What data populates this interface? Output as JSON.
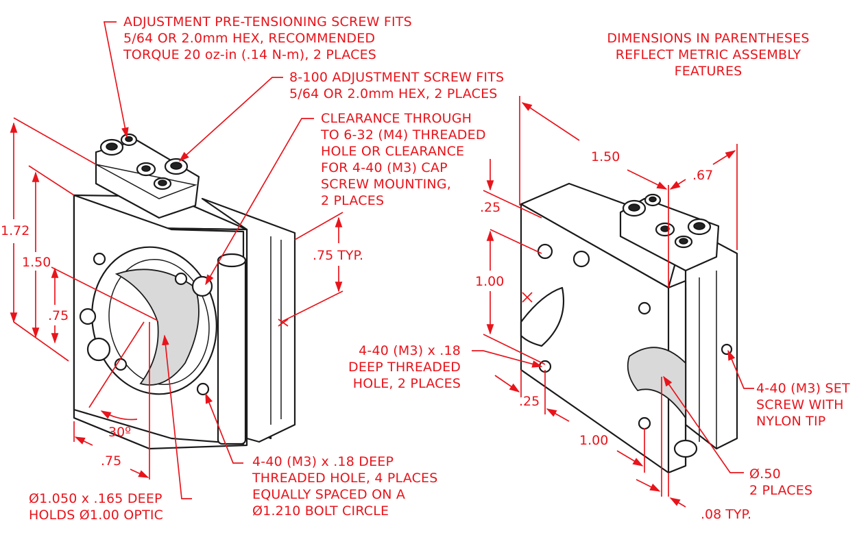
{
  "notes": {
    "pretension_screw": [
      "ADJUSTMENT PRE-TENSIONING SCREW FITS",
      "5/64 OR 2.0mm HEX, RECOMMENDED",
      "TORQUE 20 oz-in (.14 N-m), 2 PLACES"
    ],
    "adjustment_screw": [
      "8-100 ADJUSTMENT SCREW FITS",
      "5/64 OR 2.0mm HEX, 2 PLACES"
    ],
    "clearance": [
      "CLEARANCE THROUGH",
      "TO 6-32 (M4) THREADED",
      "HOLE OR CLEARANCE",
      "FOR 4-40 (M3) CAP",
      "SCREW MOUNTING,",
      "2 PLACES"
    ],
    "metric_note": [
      "DIMENSIONS IN PARENTHESES",
      "REFLECT METRIC ASSEMBLY",
      "FEATURES"
    ],
    "threaded_hole_4": [
      "4-40 (M3) x .18 DEEP",
      "THREADED HOLE, 4 PLACES",
      "EQUALLY SPACED ON A",
      "Ø1.210 BOLT CIRCLE"
    ],
    "optic_bore": [
      "Ø1.050 x .165 DEEP",
      "HOLDS Ø1.00 OPTIC"
    ],
    "threaded_hole_2": [
      "4-40 (M3) x .18",
      "DEEP THREADED",
      "HOLE, 2 PLACES"
    ],
    "set_screw": [
      "4-40 (M3) SET",
      "SCREW WITH",
      "NYLON TIP"
    ],
    "bore_dia": [
      "Ø.50",
      "2 PLACES"
    ]
  },
  "dimensions": {
    "height_overall": "1.72",
    "height_150": "1.50",
    "height_075": ".75",
    "angle": "30º",
    "offset_075": ".75",
    "typ_075": ".75 TYP.",
    "width_150": "1.50",
    "depth_067": ".67",
    "top_025": ".25",
    "spacing_100_v": "1.00",
    "bottom_025": ".25",
    "spacing_100_h": "1.00",
    "typ_008": ".08 TYP."
  },
  "colors": {
    "annotation": "#e8141b",
    "linework": "#1a1a1a",
    "background": "#ffffff"
  }
}
